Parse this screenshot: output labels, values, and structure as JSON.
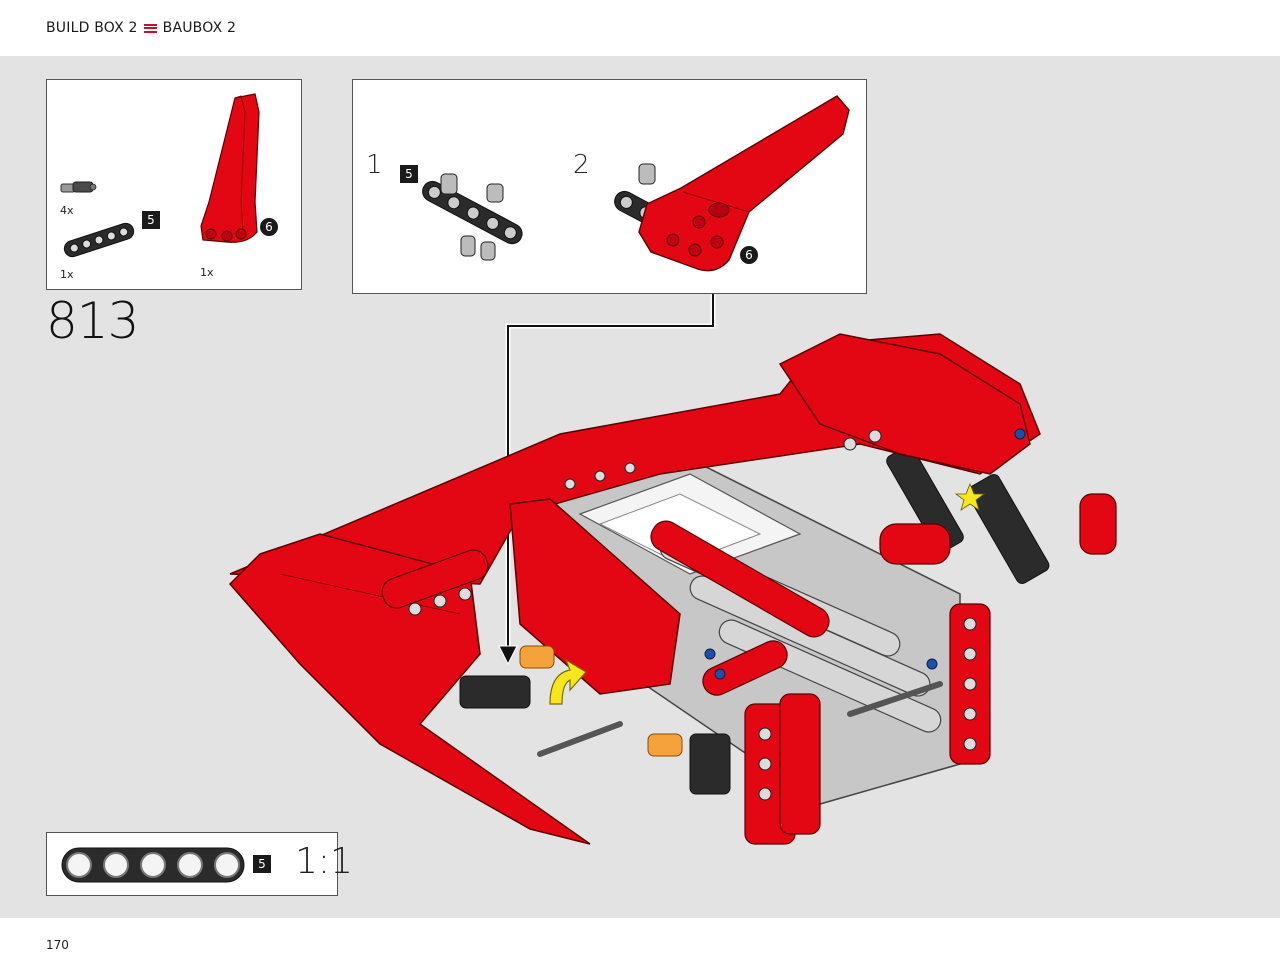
{
  "header": {
    "title_en": "BUILD BOX 2",
    "title_de": "BAUBOX 2",
    "accent_color": "#c8102e"
  },
  "parts_list": {
    "items": [
      {
        "part": "axle-pin",
        "quantity": "4x"
      },
      {
        "part": "beam-5",
        "quantity": "1x",
        "size_label": "5"
      },
      {
        "part": "red-panel",
        "quantity": "1x",
        "callout": "6"
      }
    ]
  },
  "step": {
    "number": "813"
  },
  "sub_assembly": {
    "steps": [
      {
        "label": "1",
        "callout": "5"
      },
      {
        "label": "2",
        "callout": "6"
      }
    ]
  },
  "scale_reference": {
    "beam_length": "5",
    "scale": "1:1"
  },
  "footer": {
    "page_number": "170"
  },
  "colors": {
    "part_red": "#e30613",
    "part_dark": "#2b2b2b",
    "part_gray": "#bdbdbd",
    "background": "#e3e3e3"
  }
}
